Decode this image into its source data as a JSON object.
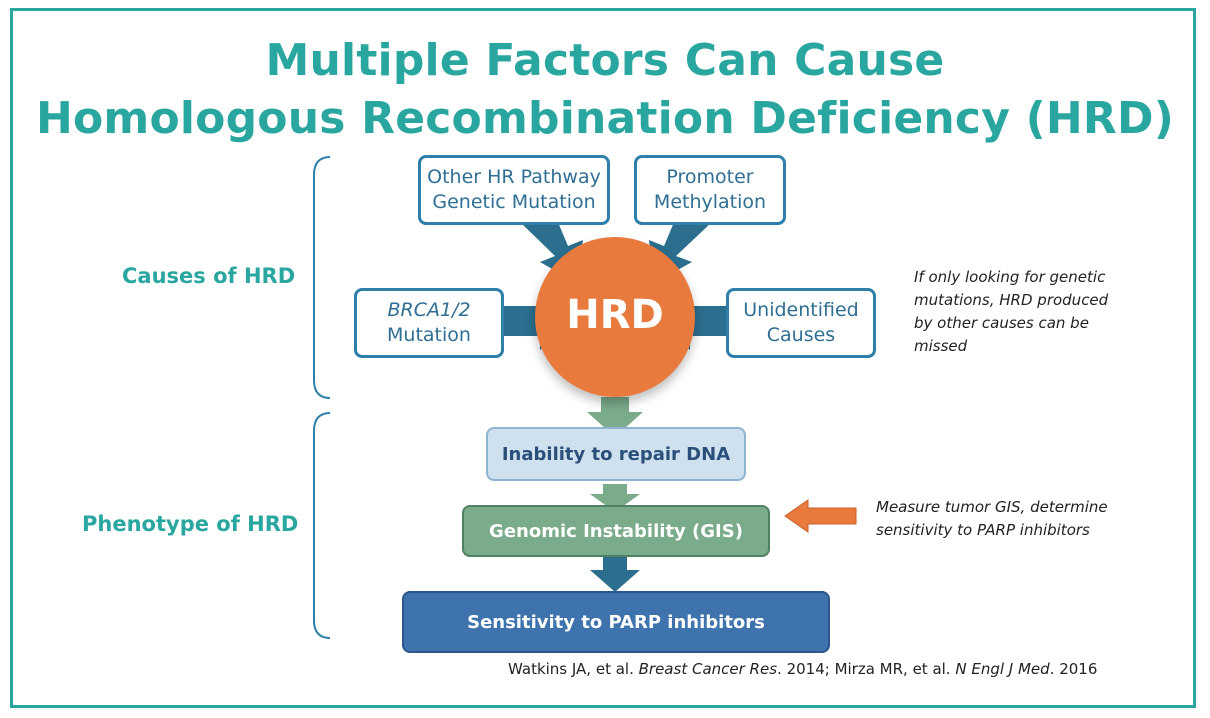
{
  "title": {
    "line1": "Multiple Factors Can Cause",
    "line2": "Homologous Recombination Deficiency (HRD)"
  },
  "sections": {
    "causes": "Causes of HRD",
    "phenotype": "Phenotype of HRD"
  },
  "causes": {
    "other_hr": [
      "Other HR Pathway",
      "Genetic Mutation"
    ],
    "promoter": [
      "Promoter",
      "Methylation"
    ],
    "brca": [
      "BRCA1/2",
      "Mutation"
    ],
    "unidentified": [
      "Unidentified",
      "Causes"
    ]
  },
  "center": "HRD",
  "phenotype_steps": {
    "repair": "Inability to repair DNA",
    "gis": "Genomic Instability (GIS)",
    "parp": "Sensitivity to PARP inhibitors"
  },
  "notes": {
    "genetic": [
      "If only looking for genetic",
      "mutations, HRD produced",
      "by other causes can be",
      "missed"
    ],
    "gis": [
      "Measure tumor GIS, determine",
      "sensitivity to PARP inhibitors"
    ]
  },
  "citation": {
    "part1": "Watkins JA, et al. ",
    "journal1": "Breast Cancer Res",
    "part2": ". 2014; Mirza MR, et al. ",
    "journal2": "N Engl J Med",
    "part3": ". 2016"
  },
  "colors": {
    "teal": "#2aa6a0",
    "blue_border": "#2e7faa",
    "arrow_blue": "#2b6e8e",
    "orange": "#e87a3e",
    "green": "#7aab8a",
    "light_blue": "#cfe0ef",
    "dark_blue": "#3f73ae"
  }
}
